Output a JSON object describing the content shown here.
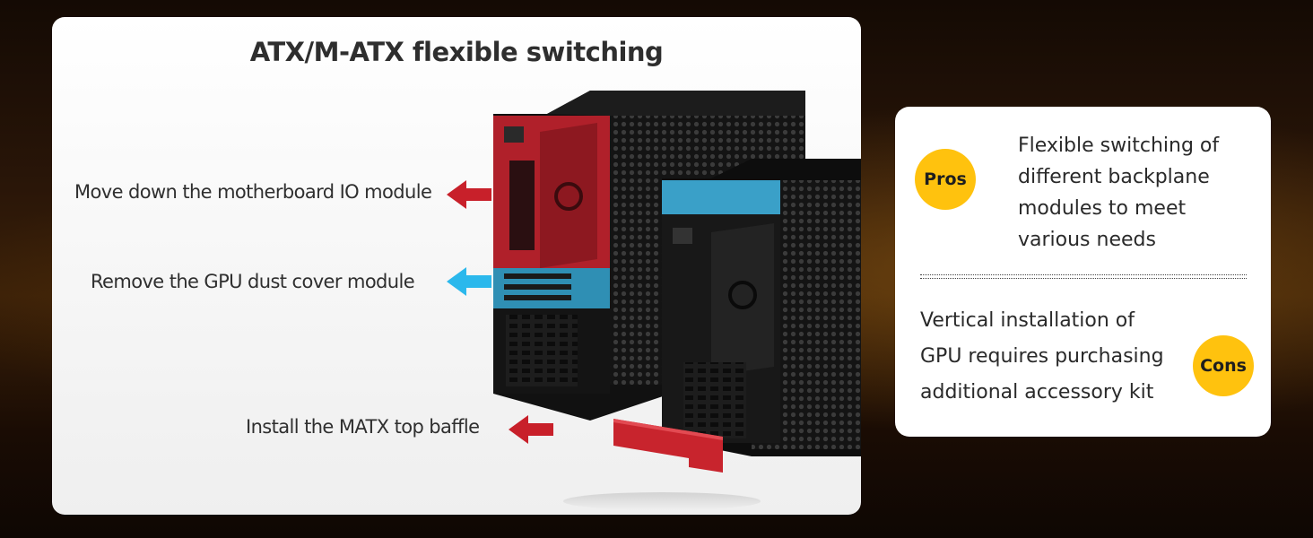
{
  "left_panel": {
    "title": "ATX/M-ATX flexible switching",
    "callouts": {
      "io_module": "Move down the motherboard IO module",
      "gpu_cover": "Remove the GPU dust cover module",
      "top_baffle": "Install the MATX top baffle"
    },
    "arrow_colors": {
      "red": "#c8202a",
      "blue": "#2bb8ec"
    }
  },
  "right_panel": {
    "pros": {
      "badge": "Pros",
      "lines": [
        "Flexible switching of",
        "different backplane",
        "modules to meet",
        "various needs"
      ]
    },
    "cons": {
      "badge": "Cons",
      "lines": [
        "Vertical installation of",
        "GPU requires purchasing",
        "additional accessory kit"
      ]
    },
    "badge_color": "#ffc20e"
  }
}
